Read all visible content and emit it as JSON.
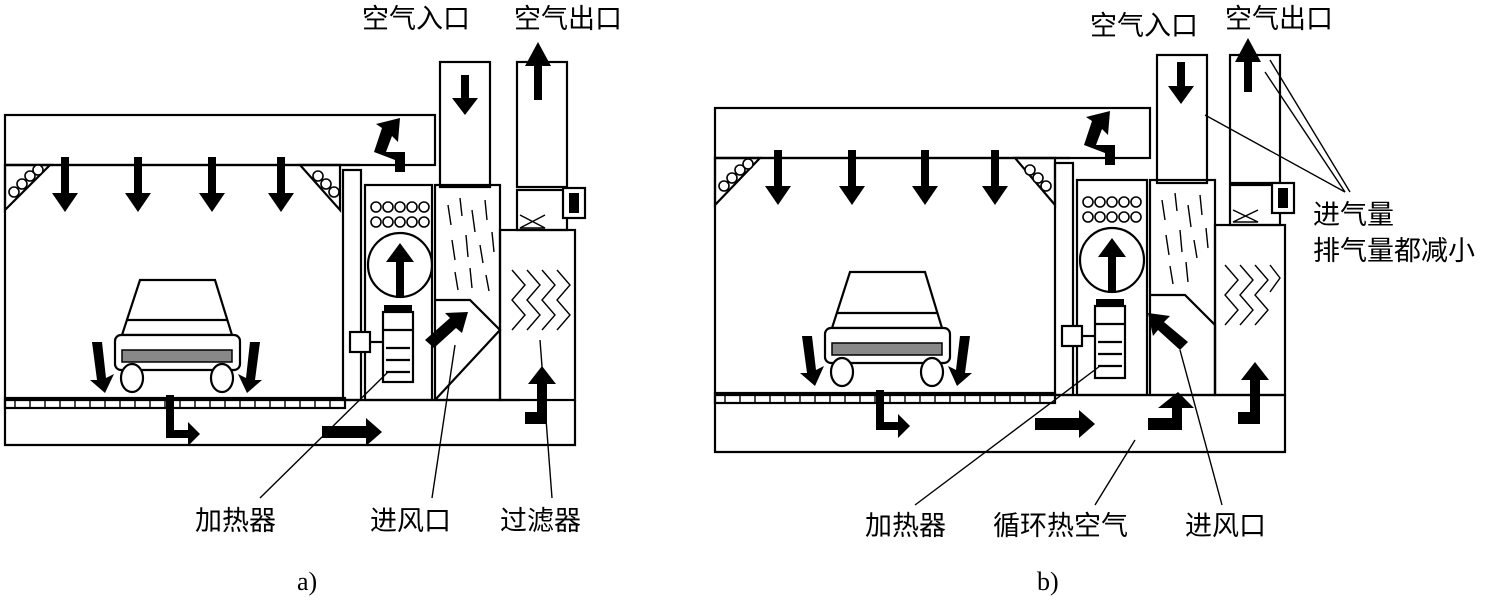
{
  "panels": [
    {
      "caption": "a)",
      "labels": {
        "air_inlet": "空气入口",
        "air_outlet": "空气出口",
        "heater": "加热器",
        "air_intake": "进风口",
        "filter": "过滤器"
      }
    },
    {
      "caption": "b)",
      "labels": {
        "air_inlet": "空气入口",
        "air_outlet": "空气出口",
        "volume_note_line1": "进气量",
        "volume_note_line2": "排气量都减小",
        "heater": "加热器",
        "recirculated_air": "循环热空气",
        "air_intake": "进风口"
      }
    }
  ]
}
